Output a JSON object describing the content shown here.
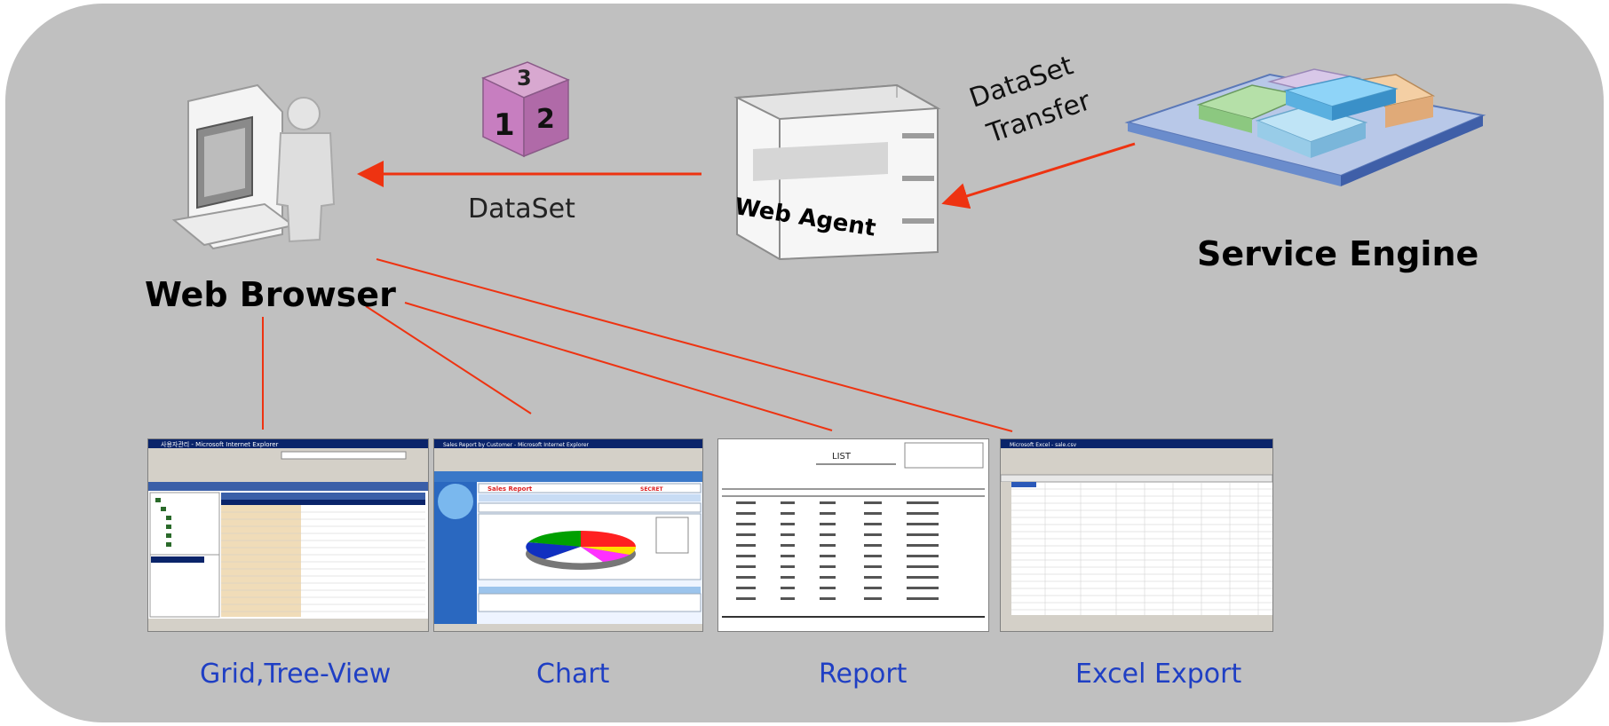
{
  "nodes": {
    "browser": "Web Browser",
    "agent": "Web Agent",
    "engine": "Service Engine",
    "dataset": "DataSet",
    "transfer_line1": "DataSet",
    "transfer_line2": "Transfer"
  },
  "outputs": [
    {
      "label": "Grid,Tree-View"
    },
    {
      "label": "Chart"
    },
    {
      "label": "Report"
    },
    {
      "label": "Excel Export"
    }
  ],
  "screenshots": {
    "grid": {
      "title": "사용자관리 - Microsoft Internet Explorer"
    },
    "chart": {
      "title": "Sales Report by Customer - Microsoft Internet Explorer",
      "heading": "Sales Report",
      "badge": "SECRET"
    },
    "report": {
      "title": "LIST"
    },
    "excel": {
      "title": "Microsoft Excel - sale.csv"
    }
  },
  "colors": {
    "background": "#c0c0c0",
    "arrow": "#ee3311",
    "caption": "#1f3fc4"
  }
}
